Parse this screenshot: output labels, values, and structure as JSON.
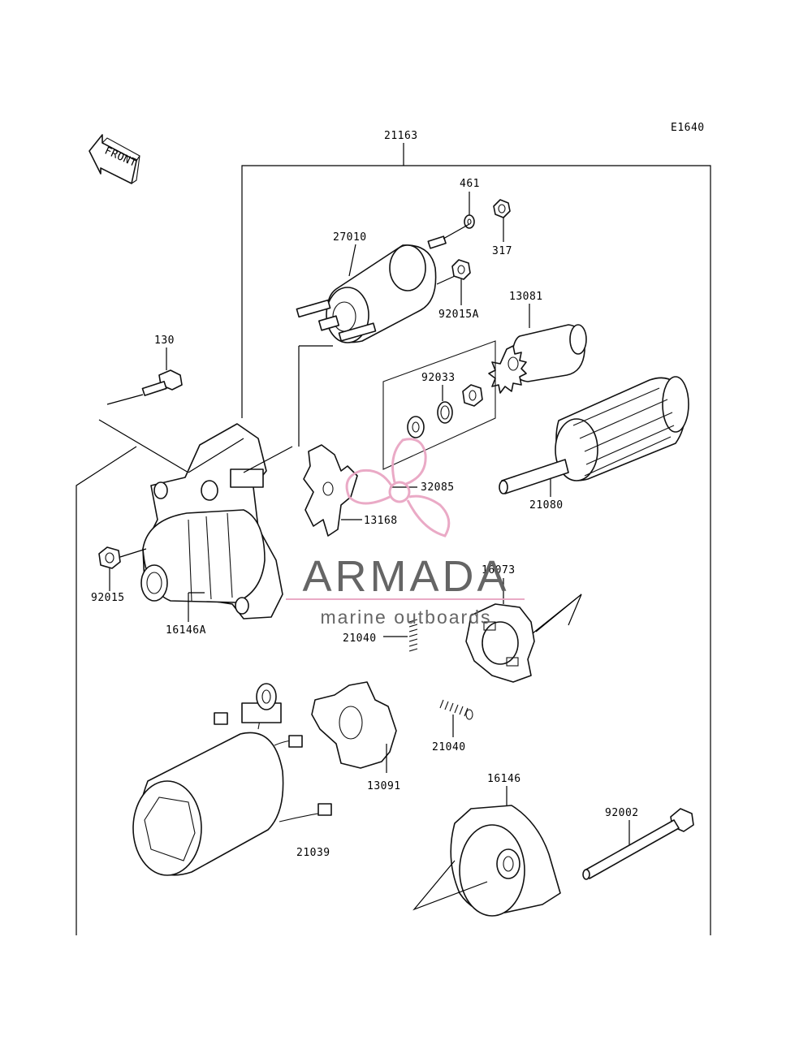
{
  "diagram": {
    "code": "E1640",
    "front_label": "FRONT",
    "assembly_label": "21163",
    "parts": [
      {
        "id": "461"
      },
      {
        "id": "317"
      },
      {
        "id": "27010"
      },
      {
        "id": "92015A"
      },
      {
        "id": "13081"
      },
      {
        "id": "130"
      },
      {
        "id": "92033"
      },
      {
        "id": "32085"
      },
      {
        "id": "13168"
      },
      {
        "id": "21080"
      },
      {
        "id": "92015"
      },
      {
        "id": "16146A"
      },
      {
        "id": "16073"
      },
      {
        "id": "21040"
      },
      {
        "id": "21040"
      },
      {
        "id": "13091"
      },
      {
        "id": "21039"
      },
      {
        "id": "16146"
      },
      {
        "id": "92002"
      }
    ]
  },
  "watermark": {
    "brand": "ARMADA",
    "tagline": "marine outboards",
    "accent_color": "#e9a6c3",
    "text_color": "#5d5d5d"
  }
}
